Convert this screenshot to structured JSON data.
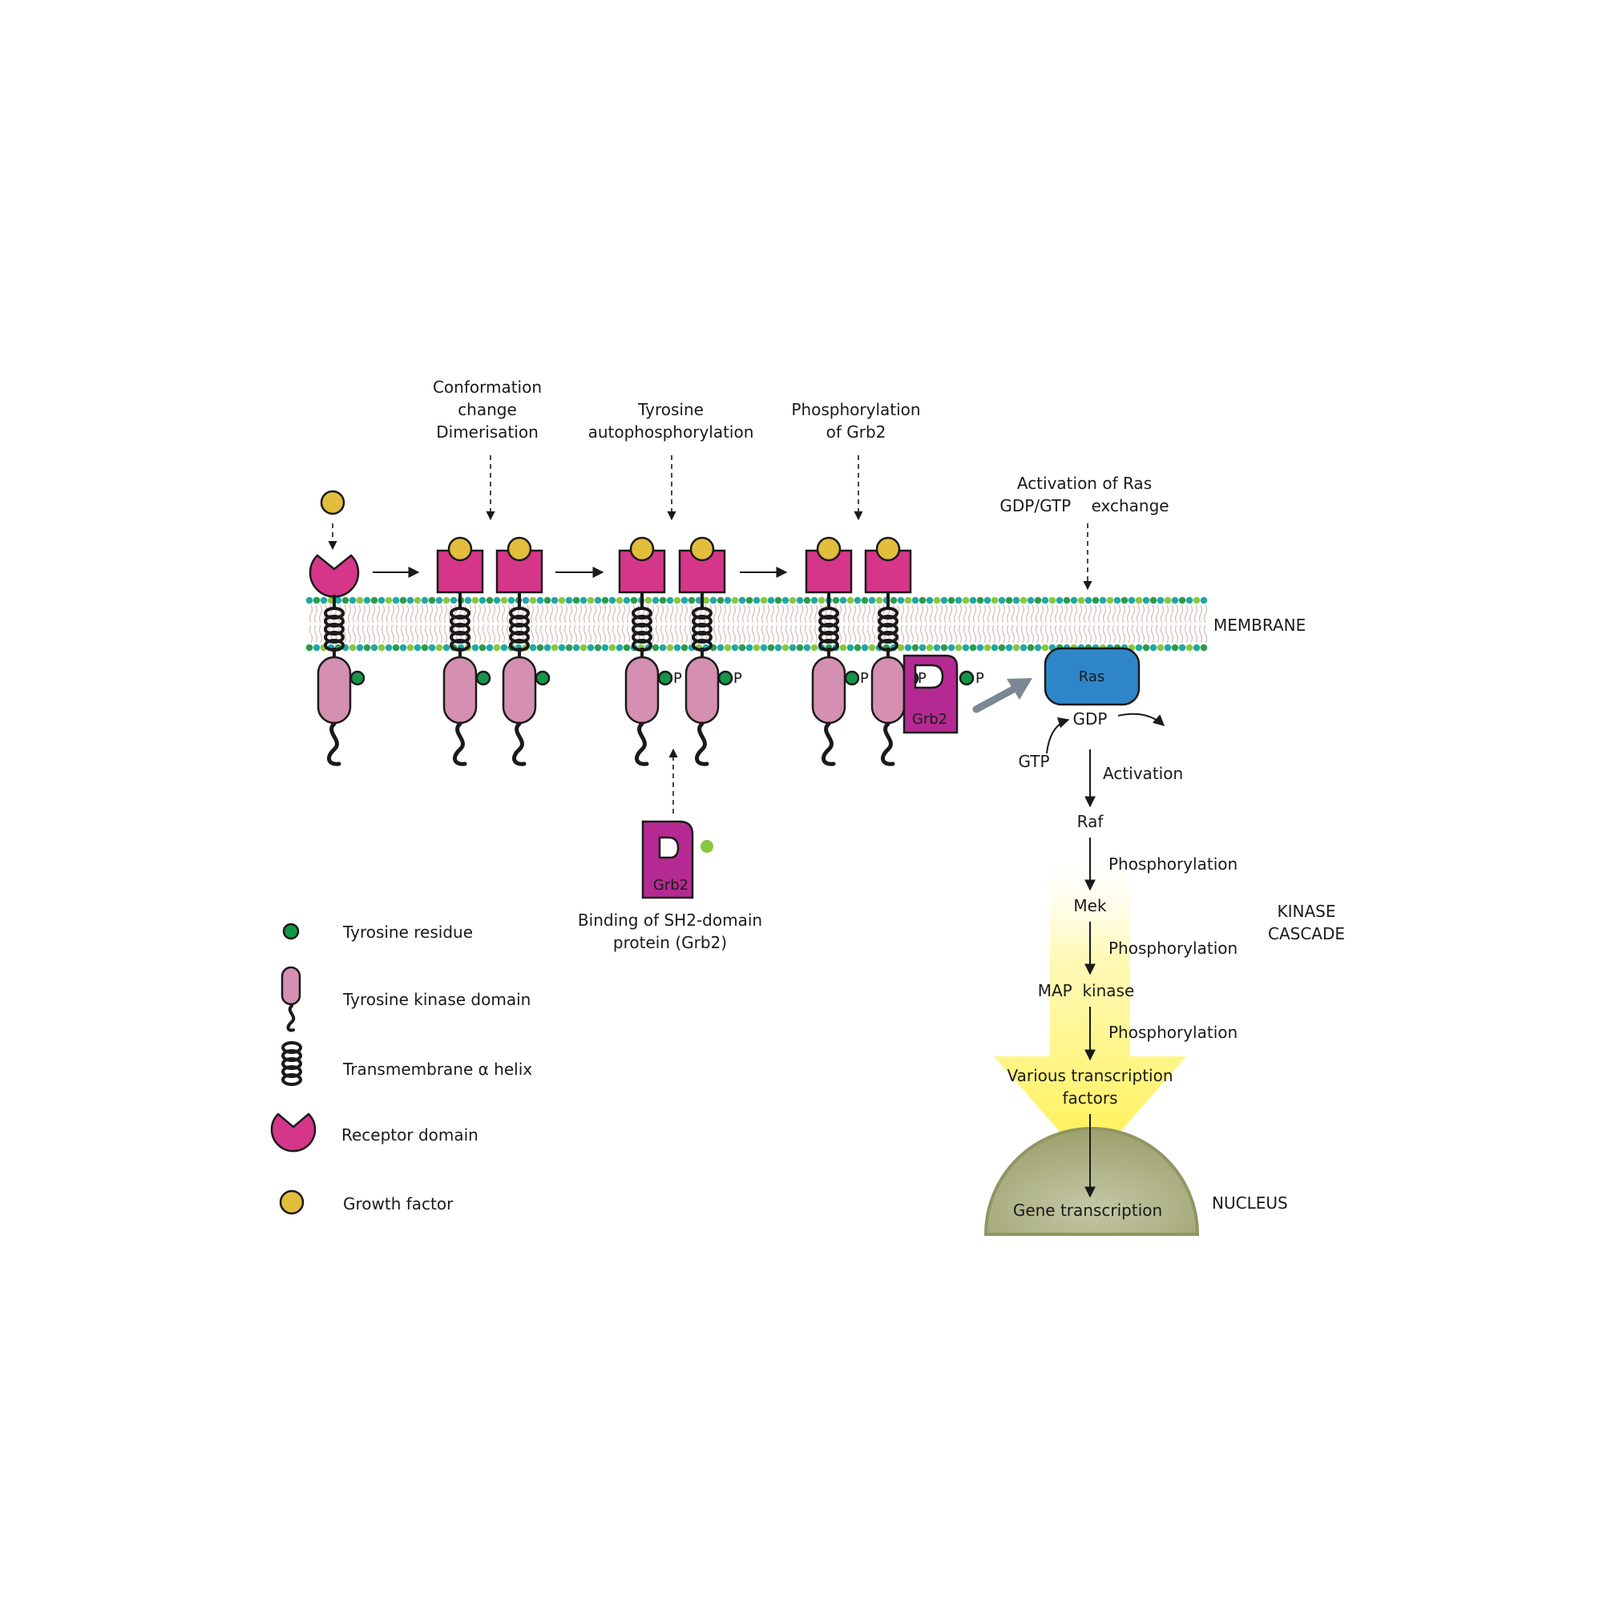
{
  "steps": {
    "conformation": [
      "Conformation",
      "change",
      "Dimerisation"
    ],
    "tyrosine": [
      "Tyrosine",
      "autophosphorylation"
    ],
    "phosphorylation_grb2": [
      "Phosphorylation",
      "of Grb2"
    ],
    "activation_ras": [
      "Activation of Ras",
      "GDP/GTP    exchange"
    ],
    "binding": [
      "Binding of SH2-domain",
      "protein (Grb2)"
    ]
  },
  "labels": {
    "membrane": "MEMBRANE",
    "p": "P",
    "grb2": "Grb2",
    "ras": "Ras",
    "gdp": "GDP",
    "gtp": "GTP",
    "activation": "Activation",
    "raf": "Raf",
    "phosphorylation": "Phosphorylation",
    "mek": "Mek",
    "map_kinase": "MAP  kinase",
    "transcription_factors": [
      "Various transcription",
      "factors"
    ],
    "gene_transcription": "Gene transcription",
    "nucleus": "NUCLEUS",
    "kinase_cascade": [
      "KINASE",
      "CASCADE"
    ]
  },
  "legend": {
    "items": [
      {
        "label": "Tyrosine residue",
        "icon": "tyrosine-residue-icon"
      },
      {
        "label": "Tyrosine kinase domain",
        "icon": "kinase-domain-icon"
      },
      {
        "label": "Transmembrane α helix",
        "icon": "helix-icon"
      },
      {
        "label": "Receptor domain",
        "icon": "receptor-domain-icon"
      },
      {
        "label": "Growth factor",
        "icon": "growth-factor-icon"
      }
    ]
  },
  "colors": {
    "receptor": "#d6368a",
    "growth_factor": "#e3bd3c",
    "kinase_domain": "#d48fb1",
    "tyrosine": "#149648",
    "light_green": "#8bc63f",
    "grb2": "#b52a92",
    "ras": "#2e86c8",
    "nucleus": "#a6ad7f",
    "cascade_arrow": "#fff35a",
    "membrane_teal": "#1fa8a5",
    "membrane_green": "#2e9a4c"
  }
}
